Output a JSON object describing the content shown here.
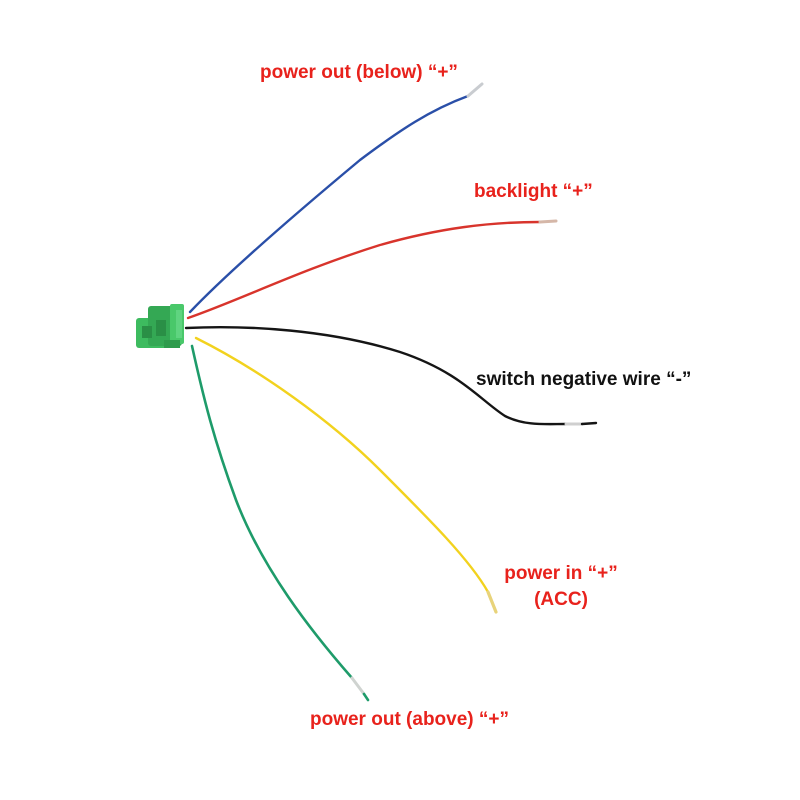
{
  "labels": {
    "power_out_below": "power out (below) “+”",
    "backlight": "backlight “+”",
    "switch_negative": "switch negative wire “-”",
    "power_in_line1": "power in “+”",
    "power_in_line2": "(ACC)",
    "power_out_above": "power out (above) “+”"
  },
  "colors": {
    "label_red": "#e8221c",
    "label_black": "#111111",
    "wire_blue": "#2a4fa8",
    "wire_red": "#d8342c",
    "wire_black": "#151515",
    "wire_yellow": "#f2d21e",
    "wire_green": "#1e9b6a",
    "connector_green": "#3dbb5f"
  },
  "icons": {
    "connector": "wire-harness-connector-icon"
  }
}
